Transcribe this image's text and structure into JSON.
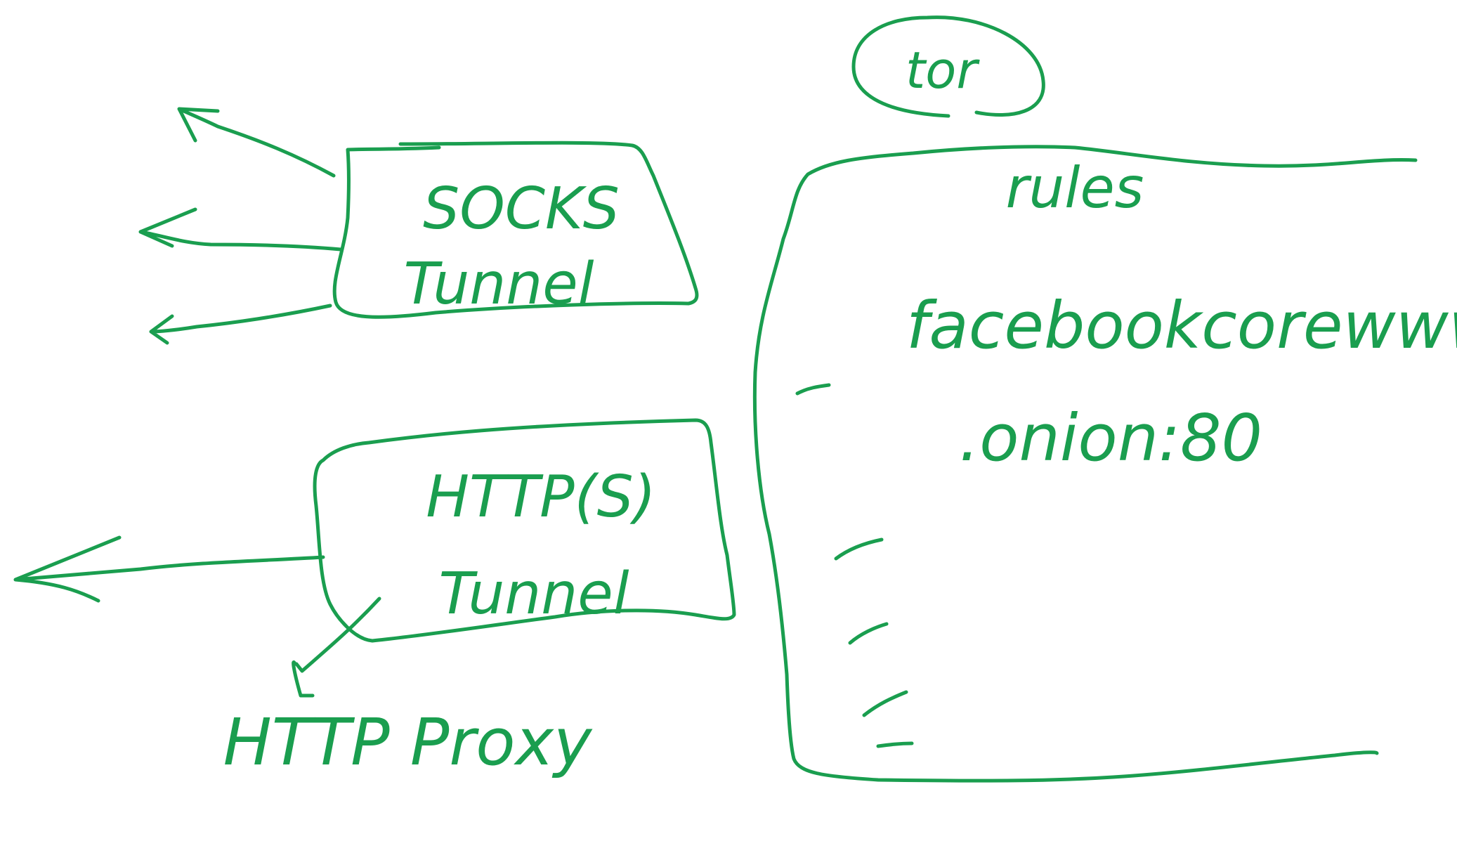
{
  "ink_color": "#1a9e4f",
  "background": "#ffffff",
  "labels": {
    "tor": "tor",
    "socks_tunnel_line1": "SOCKS",
    "socks_tunnel_line2": "Tunnel",
    "http_tunnel_line1": "HTTP(S)",
    "http_tunnel_line2": "Tunnel",
    "http_proxy": "HTTP Proxy",
    "rules_title": "rules",
    "rule_entry_line1": "facebookcorewwwi",
    "rule_entry_line2": ".onion:80"
  },
  "icons": {
    "arrow": "arrow-icon",
    "bullet": "dash-icon"
  }
}
